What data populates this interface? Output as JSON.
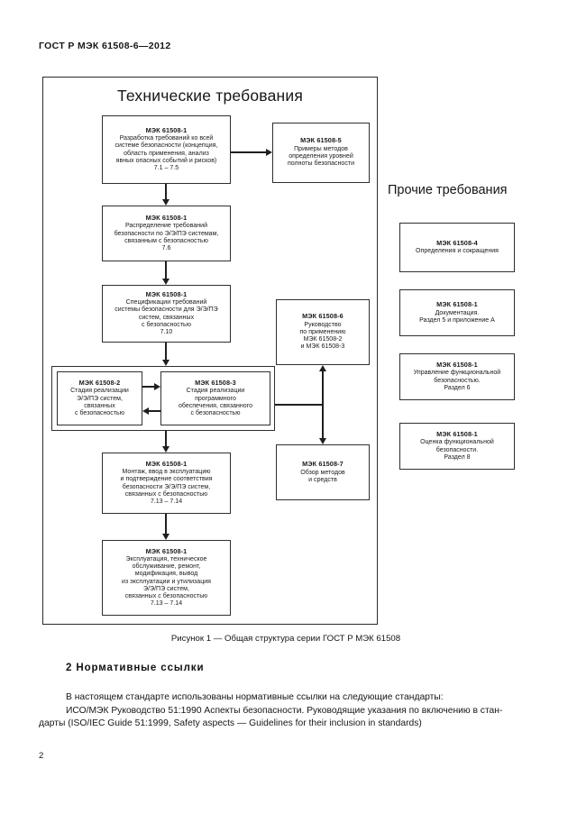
{
  "header": {
    "standard_code": "ГОСТ Р МЭК 61508-6—2012"
  },
  "figure": {
    "title": "Технические требования",
    "right_column_title": "Прочие требования",
    "caption": "Рисунок 1 — Общая структура серии ГОСТ Р МЭК 61508"
  },
  "nodes": {
    "n1": {
      "title": "МЭК 61508-1",
      "body": "Разработка требований ко всей\nсистеме безопасности (концепция,\nобласть применения, анализ\nявных опасных событий и рисков)\n7.1 – 7.5"
    },
    "n5": {
      "title": "МЭК 61508-5",
      "body": "Примеры методов\nопределения уровней\nполноты безопасности"
    },
    "n2": {
      "title": "МЭК 61508-1",
      "body": "Распределение требований\nбезопасности по Э/Э/ПЭ системам,\nсвязанным с безопасностью\n7.6"
    },
    "n3": {
      "title": "МЭК 61508-1",
      "body": "Спецификации требований\nсистемы безопасности для Э/Э/ПЭ\nсистем, связанных\nс безопасностью\n7.10"
    },
    "n6": {
      "title": "МЭК 61508-6",
      "body": "Руководство\nпо применению\nМЭК 61508-2\nи МЭК 61508-3"
    },
    "n4a": {
      "title": "МЭК 61508-2",
      "body": "Стадия реализации\nЭ/Э/ПЭ систем,\nсвязанных\nс безопасностью"
    },
    "n4b": {
      "title": "МЭК 61508-3",
      "body": "Стадия реализации\nпрограммного\nобеспечения, связанного\nс безопасностью"
    },
    "n7": {
      "title": "МЭК 61508-7",
      "body": "Обзор методов\nи средств"
    },
    "n8": {
      "title": "МЭК 61508-1",
      "body": "Монтаж, ввод в эксплуатацию\nи подтверждение соответствия\nбезопасности Э/Э/ПЭ систем,\nсвязанных с безопасностью\n7.13 – 7.14"
    },
    "n9": {
      "title": "МЭК 61508-1",
      "body": "Эксплуатация, техническое\nобслуживание, ремонт,\nмодификация, вывод\nиз эксплуатации и утилизация\nЭ/Э/ПЭ систем,\nсвязанных с безопасностью\n7.13 – 7.14"
    },
    "r1": {
      "title": "МЭК 61508-4",
      "body": "Определения и сокращения"
    },
    "r2": {
      "title": "МЭК 61508-1",
      "body": "Документация.\nРаздел 5 и приложение А"
    },
    "r3": {
      "title": "МЭК 61508-1",
      "body": "Управление функциональной\nбезопасностью.\nРаздел 6"
    },
    "r4": {
      "title": "МЭК 61508-1",
      "body": "Оценка функциональной\nбезопасности.\nРаздел 8"
    }
  },
  "section": {
    "heading": "2 Нормативные ссылки",
    "paragraph_1": "В настоящем стандарте использованы нормативные ссылки на следующие стандарты:",
    "paragraph_2": "ИСО/МЭК Руководство 51:1990 Аспекты безопасности. Руководящие указания по включению в стан-",
    "paragraph_3": "дарты (ISO/IEC Guide 51:1999, Safety aspects — Guidelines for their inclusion in standards)"
  },
  "page": {
    "number": "2"
  },
  "colors": {
    "ink": "#1a1a1a",
    "line": "#1f1f1f",
    "border": "#2f2f2f",
    "background": "#ffffff"
  }
}
